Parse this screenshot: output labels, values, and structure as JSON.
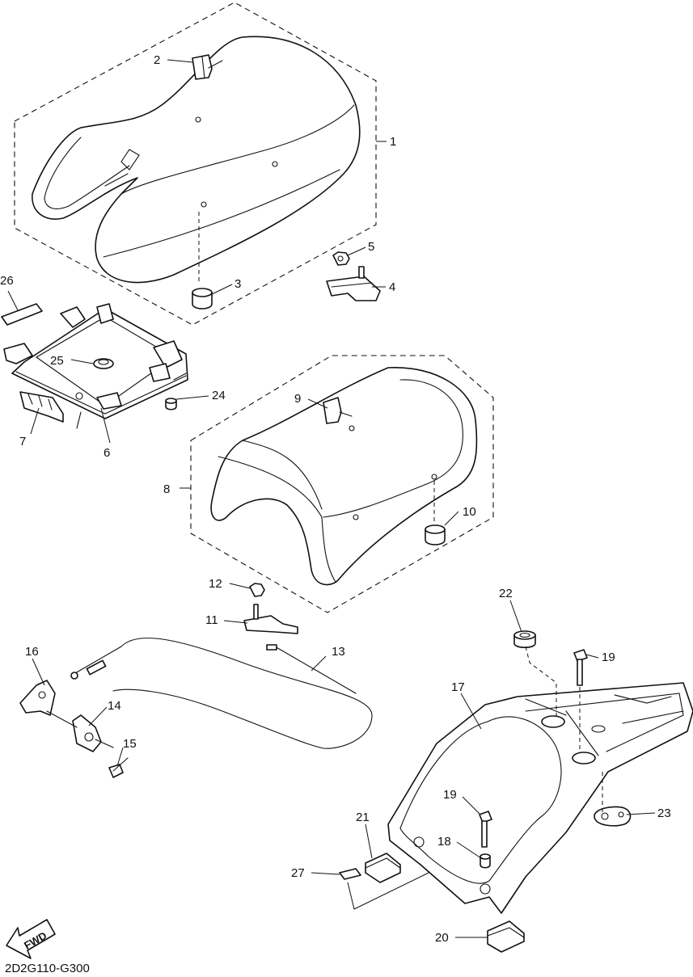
{
  "diagram_code": "2D2G110-G300",
  "fwd_label": "FWD",
  "callouts": [
    {
      "id": "c1",
      "text": "1"
    },
    {
      "id": "c2",
      "text": "2"
    },
    {
      "id": "c3",
      "text": "3"
    },
    {
      "id": "c4",
      "text": "4"
    },
    {
      "id": "c5",
      "text": "5"
    },
    {
      "id": "c6",
      "text": "6"
    },
    {
      "id": "c7",
      "text": "7"
    },
    {
      "id": "c8",
      "text": "8"
    },
    {
      "id": "c9",
      "text": "9"
    },
    {
      "id": "c10",
      "text": "10"
    },
    {
      "id": "c11",
      "text": "11"
    },
    {
      "id": "c12",
      "text": "12"
    },
    {
      "id": "c13",
      "text": "13"
    },
    {
      "id": "c14",
      "text": "14"
    },
    {
      "id": "c15",
      "text": "15"
    },
    {
      "id": "c16",
      "text": "16"
    },
    {
      "id": "c17",
      "text": "17"
    },
    {
      "id": "c18",
      "text": "18"
    },
    {
      "id": "c19a",
      "text": "19"
    },
    {
      "id": "c19b",
      "text": "19"
    },
    {
      "id": "c20",
      "text": "20"
    },
    {
      "id": "c21",
      "text": "21"
    },
    {
      "id": "c22",
      "text": "22"
    },
    {
      "id": "c23",
      "text": "23"
    },
    {
      "id": "c24",
      "text": "24"
    },
    {
      "id": "c25",
      "text": "25"
    },
    {
      "id": "c26",
      "text": "26"
    },
    {
      "id": "c27",
      "text": "27"
    }
  ]
}
